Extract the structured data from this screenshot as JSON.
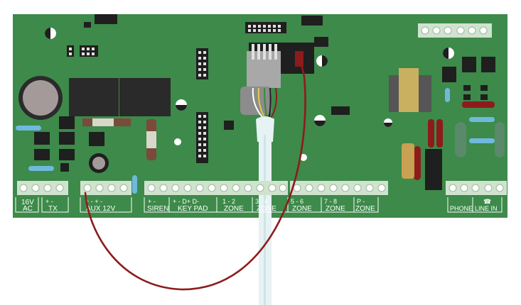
{
  "colors": {
    "pcb": "#3d8a4a",
    "pcb_dark": "#2f6f3b",
    "terminal": "#cfe3cf",
    "chip": "#1f1f1f",
    "wire_red": "#8e1b1b",
    "cable": "#e6f2f4",
    "label_line": "#ffffff",
    "cap_blue": "#6fb9de"
  },
  "terminal_blocks": [
    {
      "id": "ac",
      "labels": [
        "16V",
        "AC"
      ]
    },
    {
      "id": "tx",
      "labels": [
        "+   -",
        "TX"
      ]
    },
    {
      "id": "aux",
      "labels": [
        "+   -  +   -",
        "AUX  12V"
      ]
    },
    {
      "id": "siren",
      "labels": [
        "+  -",
        "SIREN"
      ]
    },
    {
      "id": "keypad",
      "labels": [
        "+   -   D+  D-",
        "KEY PAD"
      ]
    },
    {
      "id": "zone12",
      "labels": [
        "1   -   2",
        "ZONE"
      ]
    },
    {
      "id": "zone34",
      "labels": [
        "3   -   4",
        "ZONE"
      ]
    },
    {
      "id": "zone56",
      "labels": [
        "5   -   6",
        "ZONE"
      ]
    },
    {
      "id": "zone78",
      "labels": [
        "7   -   8",
        "ZONE"
      ]
    },
    {
      "id": "pzone",
      "labels": [
        "P   -",
        "ZONE"
      ]
    },
    {
      "id": "phone",
      "labels": [
        "PHONE"
      ]
    },
    {
      "id": "linein",
      "labels": [
        "LINE IN"
      ]
    }
  ]
}
